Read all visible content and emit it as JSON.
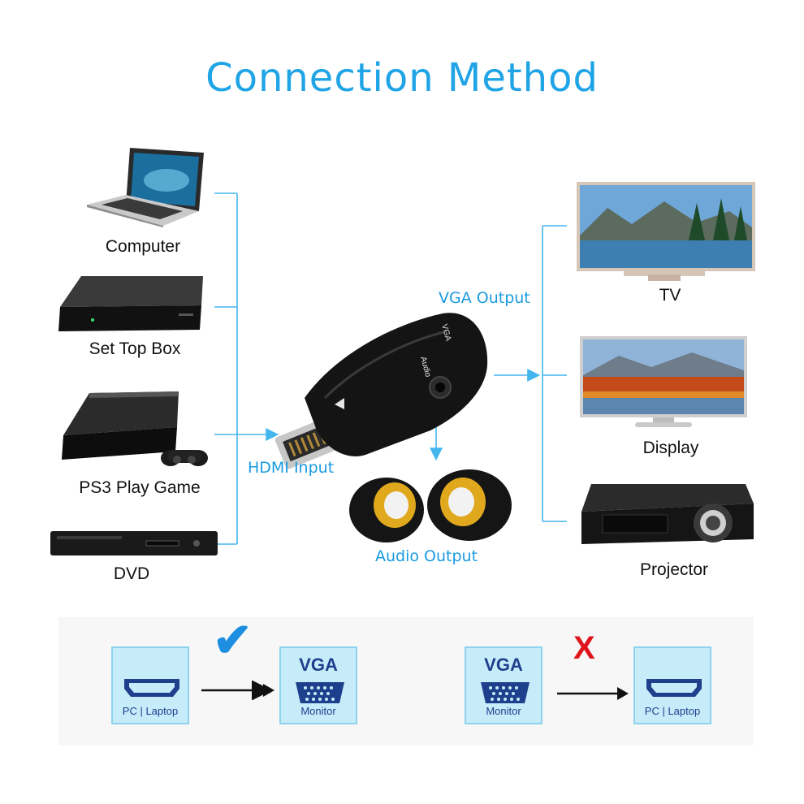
{
  "title": "Connection Method",
  "sources": {
    "computer": "Computer",
    "set_top_box": "Set Top Box",
    "ps3": "PS3 Play Game",
    "dvd": "DVD"
  },
  "adapter": {
    "hdmi_input": "HDMI Input",
    "vga_output": "VGA Output",
    "audio_output": "Audio Output",
    "vga_mark": "VGA",
    "audio_mark": "Audio"
  },
  "outputs": {
    "tv": "TV",
    "display": "Display",
    "projector": "Projector"
  },
  "bottom": {
    "ok": {
      "from_label": "PC | Laptop",
      "to_big": "VGA",
      "to_small": "Monitor",
      "mark": "✔"
    },
    "bad": {
      "from_big": "VGA",
      "from_small": "Monitor",
      "to_label": "PC | Laptop",
      "mark": "X"
    }
  },
  "colors": {
    "accent": "#1fa4e6",
    "line": "#44b6ee",
    "box_fill": "#c6ebf9",
    "check": "#1e8fe0",
    "cross": "#e0141c"
  }
}
